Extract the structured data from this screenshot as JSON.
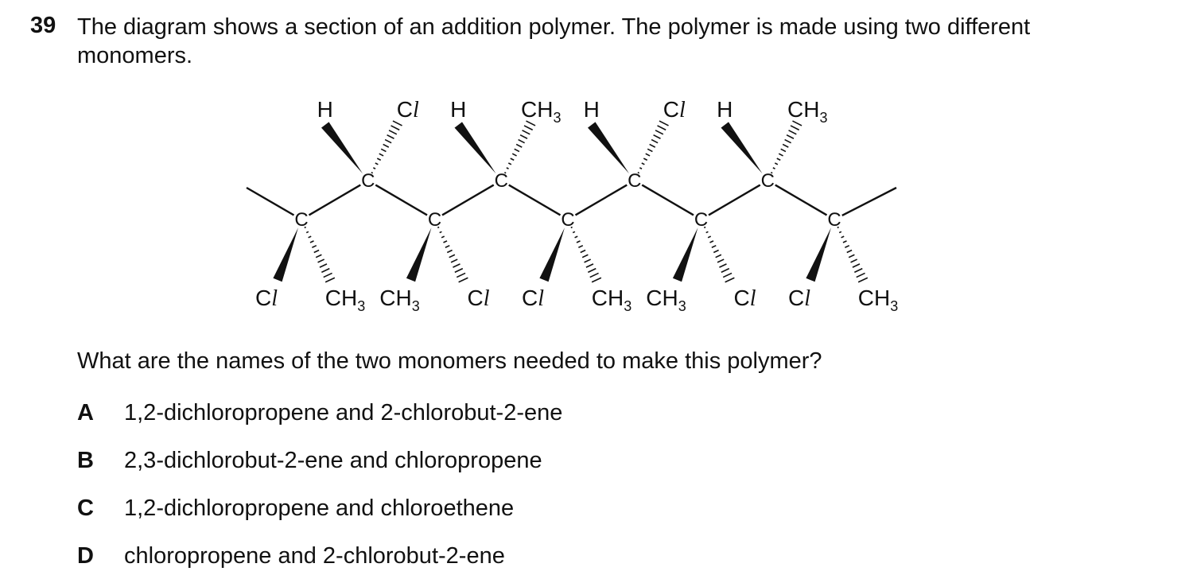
{
  "question": {
    "number": "39",
    "text": "The diagram shows a section of an addition polymer. The polymer is made using two different monomers.",
    "prompt": "What are the names of the two monomers needed to make this polymer?"
  },
  "diagram": {
    "carbon_symbol": "C",
    "top_substituents": [
      {
        "wedge": "H",
        "dash": "Cl"
      },
      {
        "wedge": "H",
        "dash": "CH3"
      },
      {
        "wedge": "H",
        "dash": "Cl"
      },
      {
        "wedge": "H",
        "dash": "CH3"
      }
    ],
    "bottom_substituents": [
      {
        "wedge": "Cl",
        "dash": "CH3"
      },
      {
        "wedge": "CH3",
        "dash": "Cl"
      },
      {
        "wedge": "Cl",
        "dash": "CH3"
      },
      {
        "wedge": "CH3",
        "dash": "Cl"
      },
      {
        "wedge": "Cl",
        "dash": "CH3"
      }
    ]
  },
  "options": [
    {
      "letter": "A",
      "text": "1,2-dichloropropene and 2-chlorobut-2-ene"
    },
    {
      "letter": "B",
      "text": "2,3-dichlorobut-2-ene and chloropropene"
    },
    {
      "letter": "C",
      "text": "1,2-dichloropropene and chloroethene"
    },
    {
      "letter": "D",
      "text": "chloropropene and 2-chlorobut-2-ene"
    }
  ]
}
